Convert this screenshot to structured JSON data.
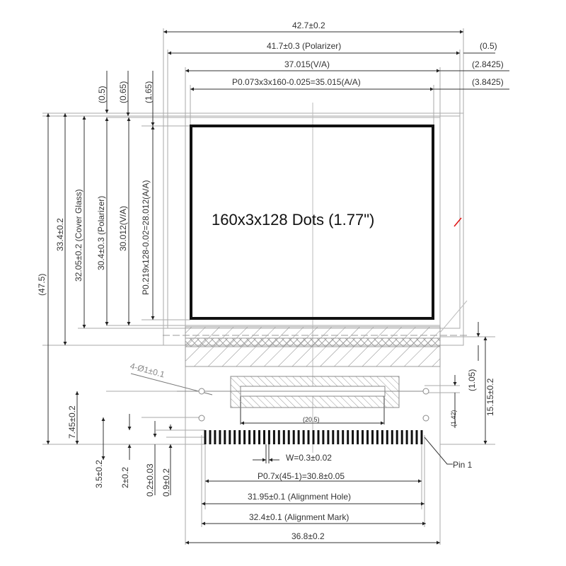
{
  "drawing": {
    "title": "160x3x128 Dots (1.77\")",
    "top_dims": [
      {
        "label": "42.7±0.2"
      },
      {
        "label": "41.7±0.3 (Polarizer)"
      },
      {
        "label": "37.015(V/A)"
      },
      {
        "label": "P0.073x3x160-0.025=35.015(A/A)"
      }
    ],
    "right_top_dims": [
      "(0.5)",
      "(2.8425)",
      "(3.8425)"
    ],
    "top_left_offsets": [
      "(0.5)",
      "(0.65)",
      "(1.65)"
    ],
    "left_dims": [
      {
        "label": "(47.5)"
      },
      {
        "label": "33.4±0.2"
      },
      {
        "label": "32.05±0.2 (Cover Glass)"
      },
      {
        "label": "30.4±0.3 (Polarizer)"
      },
      {
        "label": "30.012(V/A)"
      },
      {
        "label": "P0.219x128-0.02=28.012(A/A)"
      }
    ],
    "hole_callout": "4-Ø1±0.1",
    "right_bottom_dims": [
      "(1.05)",
      "15.15±0.2",
      "(1.42)"
    ],
    "center_dim": "(20.5)",
    "bottom_left_dims": [
      "7.45±0.2",
      "3.5±0.2",
      "2±0.2",
      "0.2±0.03",
      "0.9±0.2"
    ],
    "pin_width": "W=0.3±0.02",
    "pitch": "P0.7x(45-1)=30.8±0.05",
    "alignment_hole": "31.95±0.1 (Alignment Hole)",
    "alignment_mark": "32.4±0.1 (Alignment Mark)",
    "fpc_width": "36.8±0.2",
    "pin1_label": "Pin 1",
    "pin_count": 45,
    "colors": {
      "line": "#9a9a9a",
      "dark": "#111111",
      "text": "#333333",
      "marker": "#e01010"
    }
  }
}
